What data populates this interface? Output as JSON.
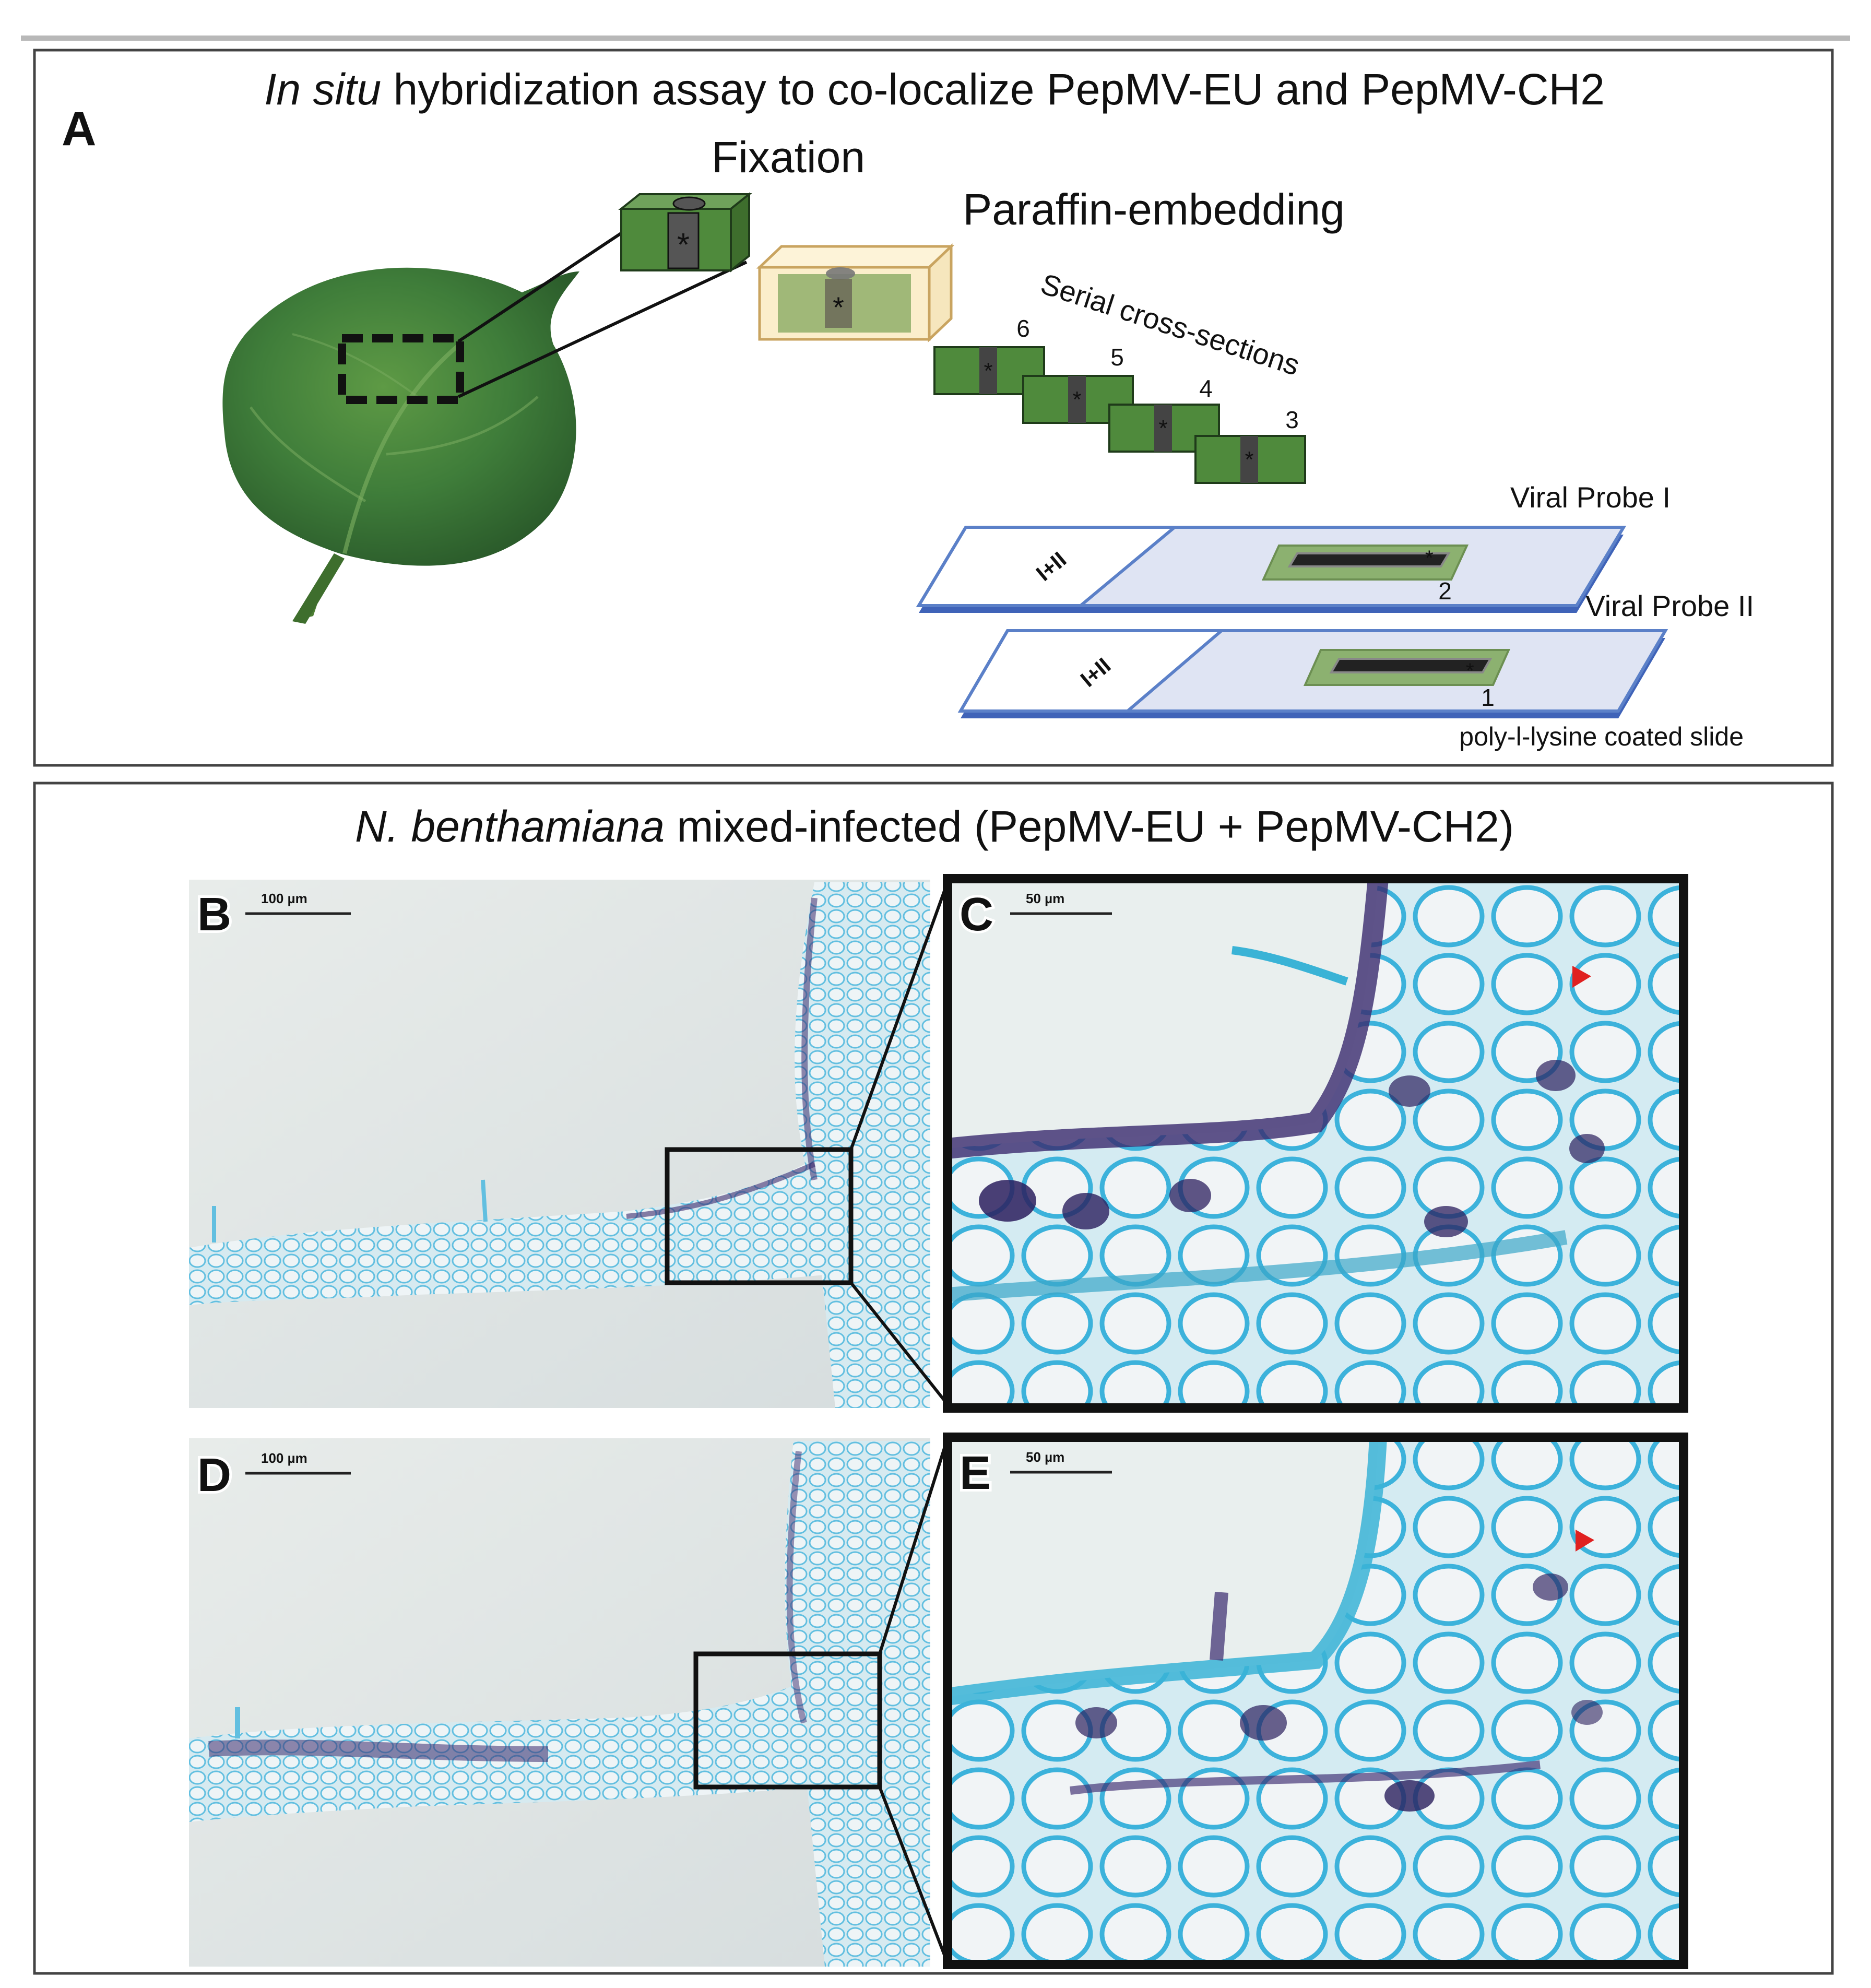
{
  "panel_a": {
    "letter": "A",
    "title_italic": "In situ",
    "title_rest": " hybridization assay to co-localize PepMV-EU and PepMV-CH2",
    "steps": {
      "fixation": "Fixation",
      "paraffin": "Paraffin-embedding",
      "serial": "Serial cross-sections"
    },
    "section_numbers": [
      "6",
      "5",
      "4",
      "3"
    ],
    "slides": [
      {
        "probe_label": "Viral Probe I",
        "slide_tag": "I+II",
        "section_number": "2"
      },
      {
        "probe_label": "Viral Probe II",
        "slide_tag": "I+II",
        "section_number": "1"
      }
    ],
    "slide_note": "poly-l-lysine coated slide"
  },
  "panel_micro": {
    "title_italic": "N. benthamiana",
    "title_rest": " mixed-infected (PepMV-EU + PepMV-CH2)",
    "images": [
      {
        "letter": "B",
        "scale": "100 µm"
      },
      {
        "letter": "C",
        "scale": "50 µm"
      },
      {
        "letter": "D",
        "scale": "100 µm"
      },
      {
        "letter": "E",
        "scale": "50 µm"
      }
    ]
  },
  "colors": {
    "leaf_green": "#3f7d3a",
    "block_green": "#4f8a3c",
    "slide_blue": "#5b80c8",
    "stain_cyan": "#3ab3d6",
    "stain_purple": "#3a2a6e",
    "arrow_red": "#e02020"
  },
  "icons": [
    "asterisk-icon",
    "red-arrowhead-icon"
  ]
}
